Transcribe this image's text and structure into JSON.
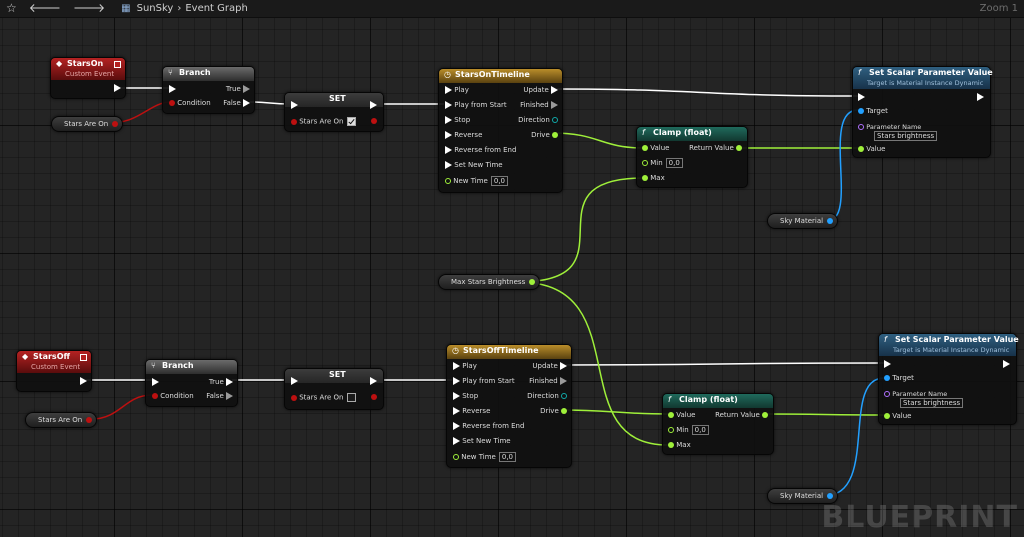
{
  "topbar": {
    "breadcrumb_root": "SunSky",
    "breadcrumb_current": "Event Graph",
    "zoom": "Zoom 1"
  },
  "icons": {
    "star": "star-icon",
    "back": "arrow-left-icon",
    "forward": "arrow-right-icon",
    "blueprint": "blueprint-icon"
  },
  "colors": {
    "exec": "#ffffff",
    "float": "#9ff03a",
    "bool": "#bd1010",
    "object": "#22a0ff",
    "name": "#b070ff"
  },
  "top": {
    "event": {
      "title": "StarsOn",
      "sub": "Custom Event"
    },
    "branch": {
      "title": "Branch",
      "condition": "Condition",
      "true": "True",
      "false": "False"
    },
    "set": {
      "title": "SET",
      "var": "Stars Are On"
    },
    "timeline": {
      "title": "StarsOnTimeline",
      "play": "Play",
      "play_start": "Play from Start",
      "stop": "Stop",
      "reverse": "Reverse",
      "reverse_end": "Reverse from End",
      "set_time": "Set New Time",
      "new_time": "New Time",
      "new_time_val": "0,0",
      "update": "Update",
      "finished": "Finished",
      "direction": "Direction",
      "drive": "Drive"
    },
    "clamp": {
      "title": "Clamp (float)",
      "value": "Value",
      "min": "Min",
      "min_val": "0,0",
      "max": "Max",
      "ret": "Return Value"
    },
    "setscalar": {
      "title": "Set Scalar Parameter Value",
      "target_sub": "Target is Material Instance Dynamic",
      "target": "Target",
      "param_name": "Parameter Name",
      "param_val": "Stars brightness",
      "value": "Value"
    },
    "var_bool": "Stars Are On",
    "var_mat": "Sky Material"
  },
  "bottom": {
    "event": {
      "title": "StarsOff",
      "sub": "Custom Event"
    },
    "branch": {
      "title": "Branch",
      "condition": "Condition",
      "true": "True",
      "false": "False"
    },
    "set": {
      "title": "SET",
      "var": "Stars Are On"
    },
    "timeline": {
      "title": "StarsOffTimeline",
      "play": "Play",
      "play_start": "Play from Start",
      "stop": "Stop",
      "reverse": "Reverse",
      "reverse_end": "Reverse from End",
      "set_time": "Set New Time",
      "new_time": "New Time",
      "new_time_val": "0,0",
      "update": "Update",
      "finished": "Finished",
      "direction": "Direction",
      "drive": "Drive"
    },
    "clamp": {
      "title": "Clamp (float)",
      "value": "Value",
      "min": "Min",
      "min_val": "0,0",
      "max": "Max",
      "ret": "Return Value"
    },
    "setscalar": {
      "title": "Set Scalar Parameter Value",
      "target_sub": "Target is Material Instance Dynamic",
      "target": "Target",
      "param_name": "Parameter Name",
      "param_val": "Stars brightness",
      "value": "Value"
    },
    "var_bool": "Stars Are On",
    "var_mat": "Sky Material"
  },
  "shared_var": "Max Stars Brightness",
  "watermark": "BLUEPRINT"
}
